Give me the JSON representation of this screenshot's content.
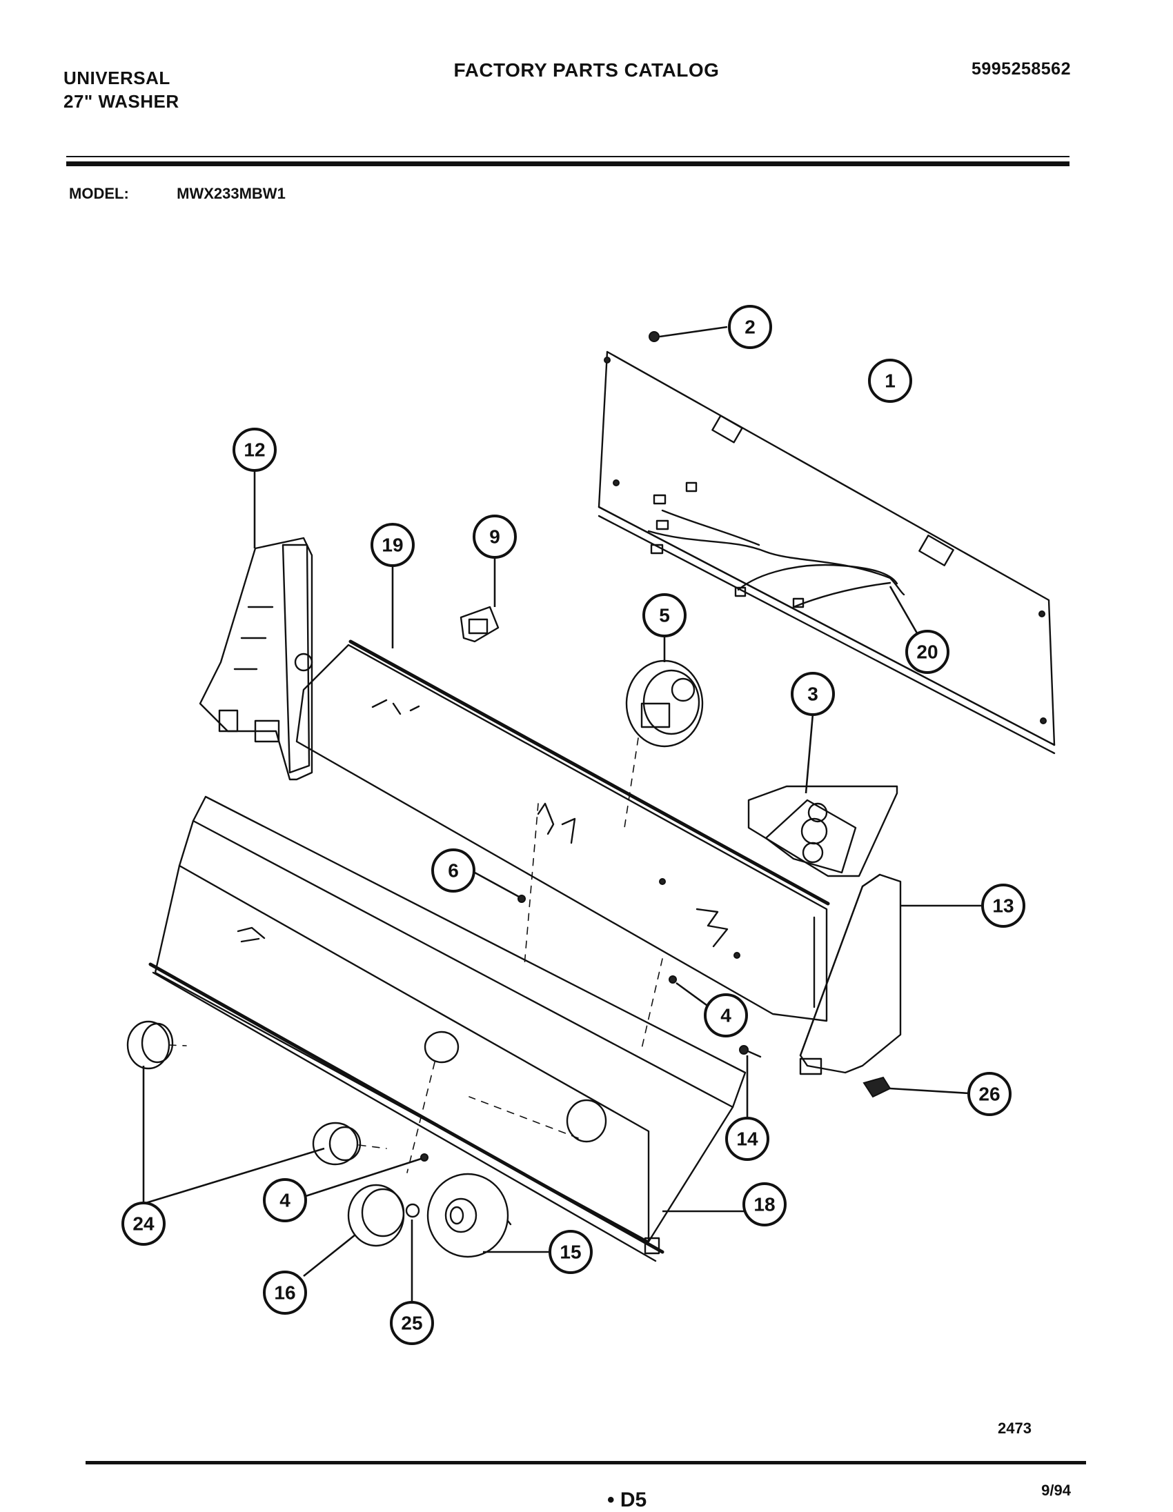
{
  "header": {
    "brand_line1": "UNIVERSAL",
    "brand_line2": "27\" WASHER",
    "catalog_title": "FACTORY PARTS CATALOG",
    "catalog_number": "5995258562"
  },
  "model": {
    "label": "MODEL:",
    "value": "MWX233MBW1"
  },
  "callouts": {
    "c1": "1",
    "c2": "2",
    "c3": "3",
    "c4a": "4",
    "c4b": "4",
    "c5": "5",
    "c6": "6",
    "c9": "9",
    "c12": "12",
    "c13": "13",
    "c14": "14",
    "c15": "15",
    "c16": "16",
    "c18": "18",
    "c19": "19",
    "c20": "20",
    "c24": "24",
    "c25": "25",
    "c26": "26"
  },
  "footer": {
    "figure_number": "2473",
    "page_code": "• D5",
    "date": "9/94"
  }
}
